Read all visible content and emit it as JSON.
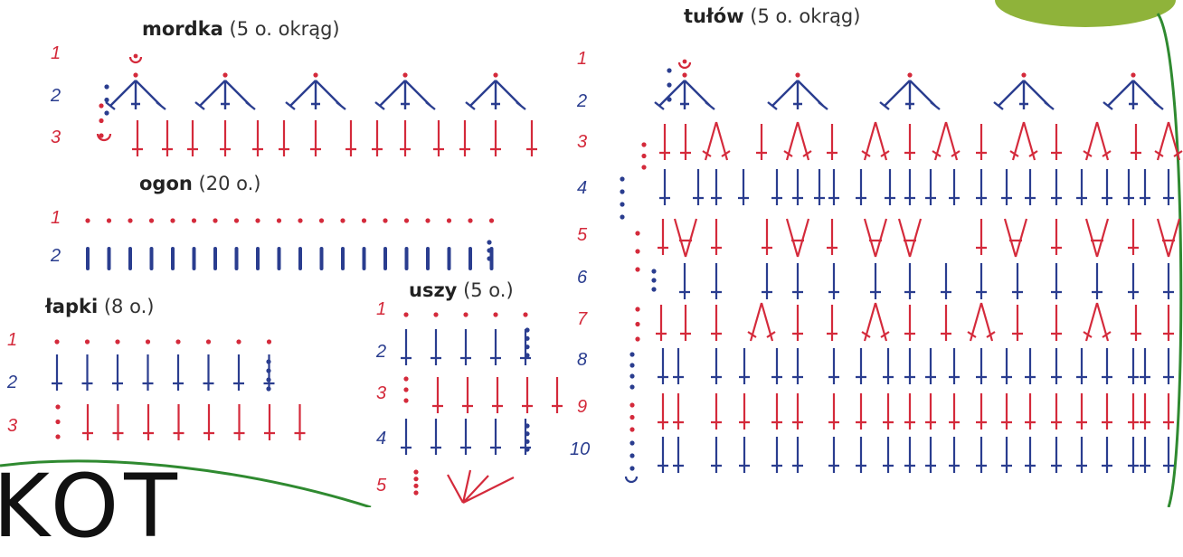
{
  "colors": {
    "red": "#d42a3b",
    "blue": "#2a3d8f",
    "green": "#2f8a30",
    "yarn": "#8fb33a"
  },
  "sections": {
    "mordka": {
      "name": "mordka",
      "note": "(5 o. okrąg)",
      "rows": [
        "1",
        "2",
        "3"
      ]
    },
    "tulow": {
      "name": "tułów",
      "note": "(5 o. okrąg)",
      "rows": [
        "1",
        "2",
        "3",
        "4",
        "5",
        "6",
        "7",
        "8",
        "9",
        "10"
      ]
    },
    "ogon": {
      "name": "ogon",
      "note": "(20 o.)",
      "rows": [
        "1",
        "2"
      ]
    },
    "lapki": {
      "name": "łapki",
      "note": "(8 o.)",
      "rows": [
        "1",
        "2",
        "3"
      ]
    },
    "uszy": {
      "name": "uszy",
      "note": "(5 o.)",
      "rows": [
        "1",
        "2",
        "3",
        "4",
        "5"
      ]
    }
  },
  "big_text": "KOT"
}
